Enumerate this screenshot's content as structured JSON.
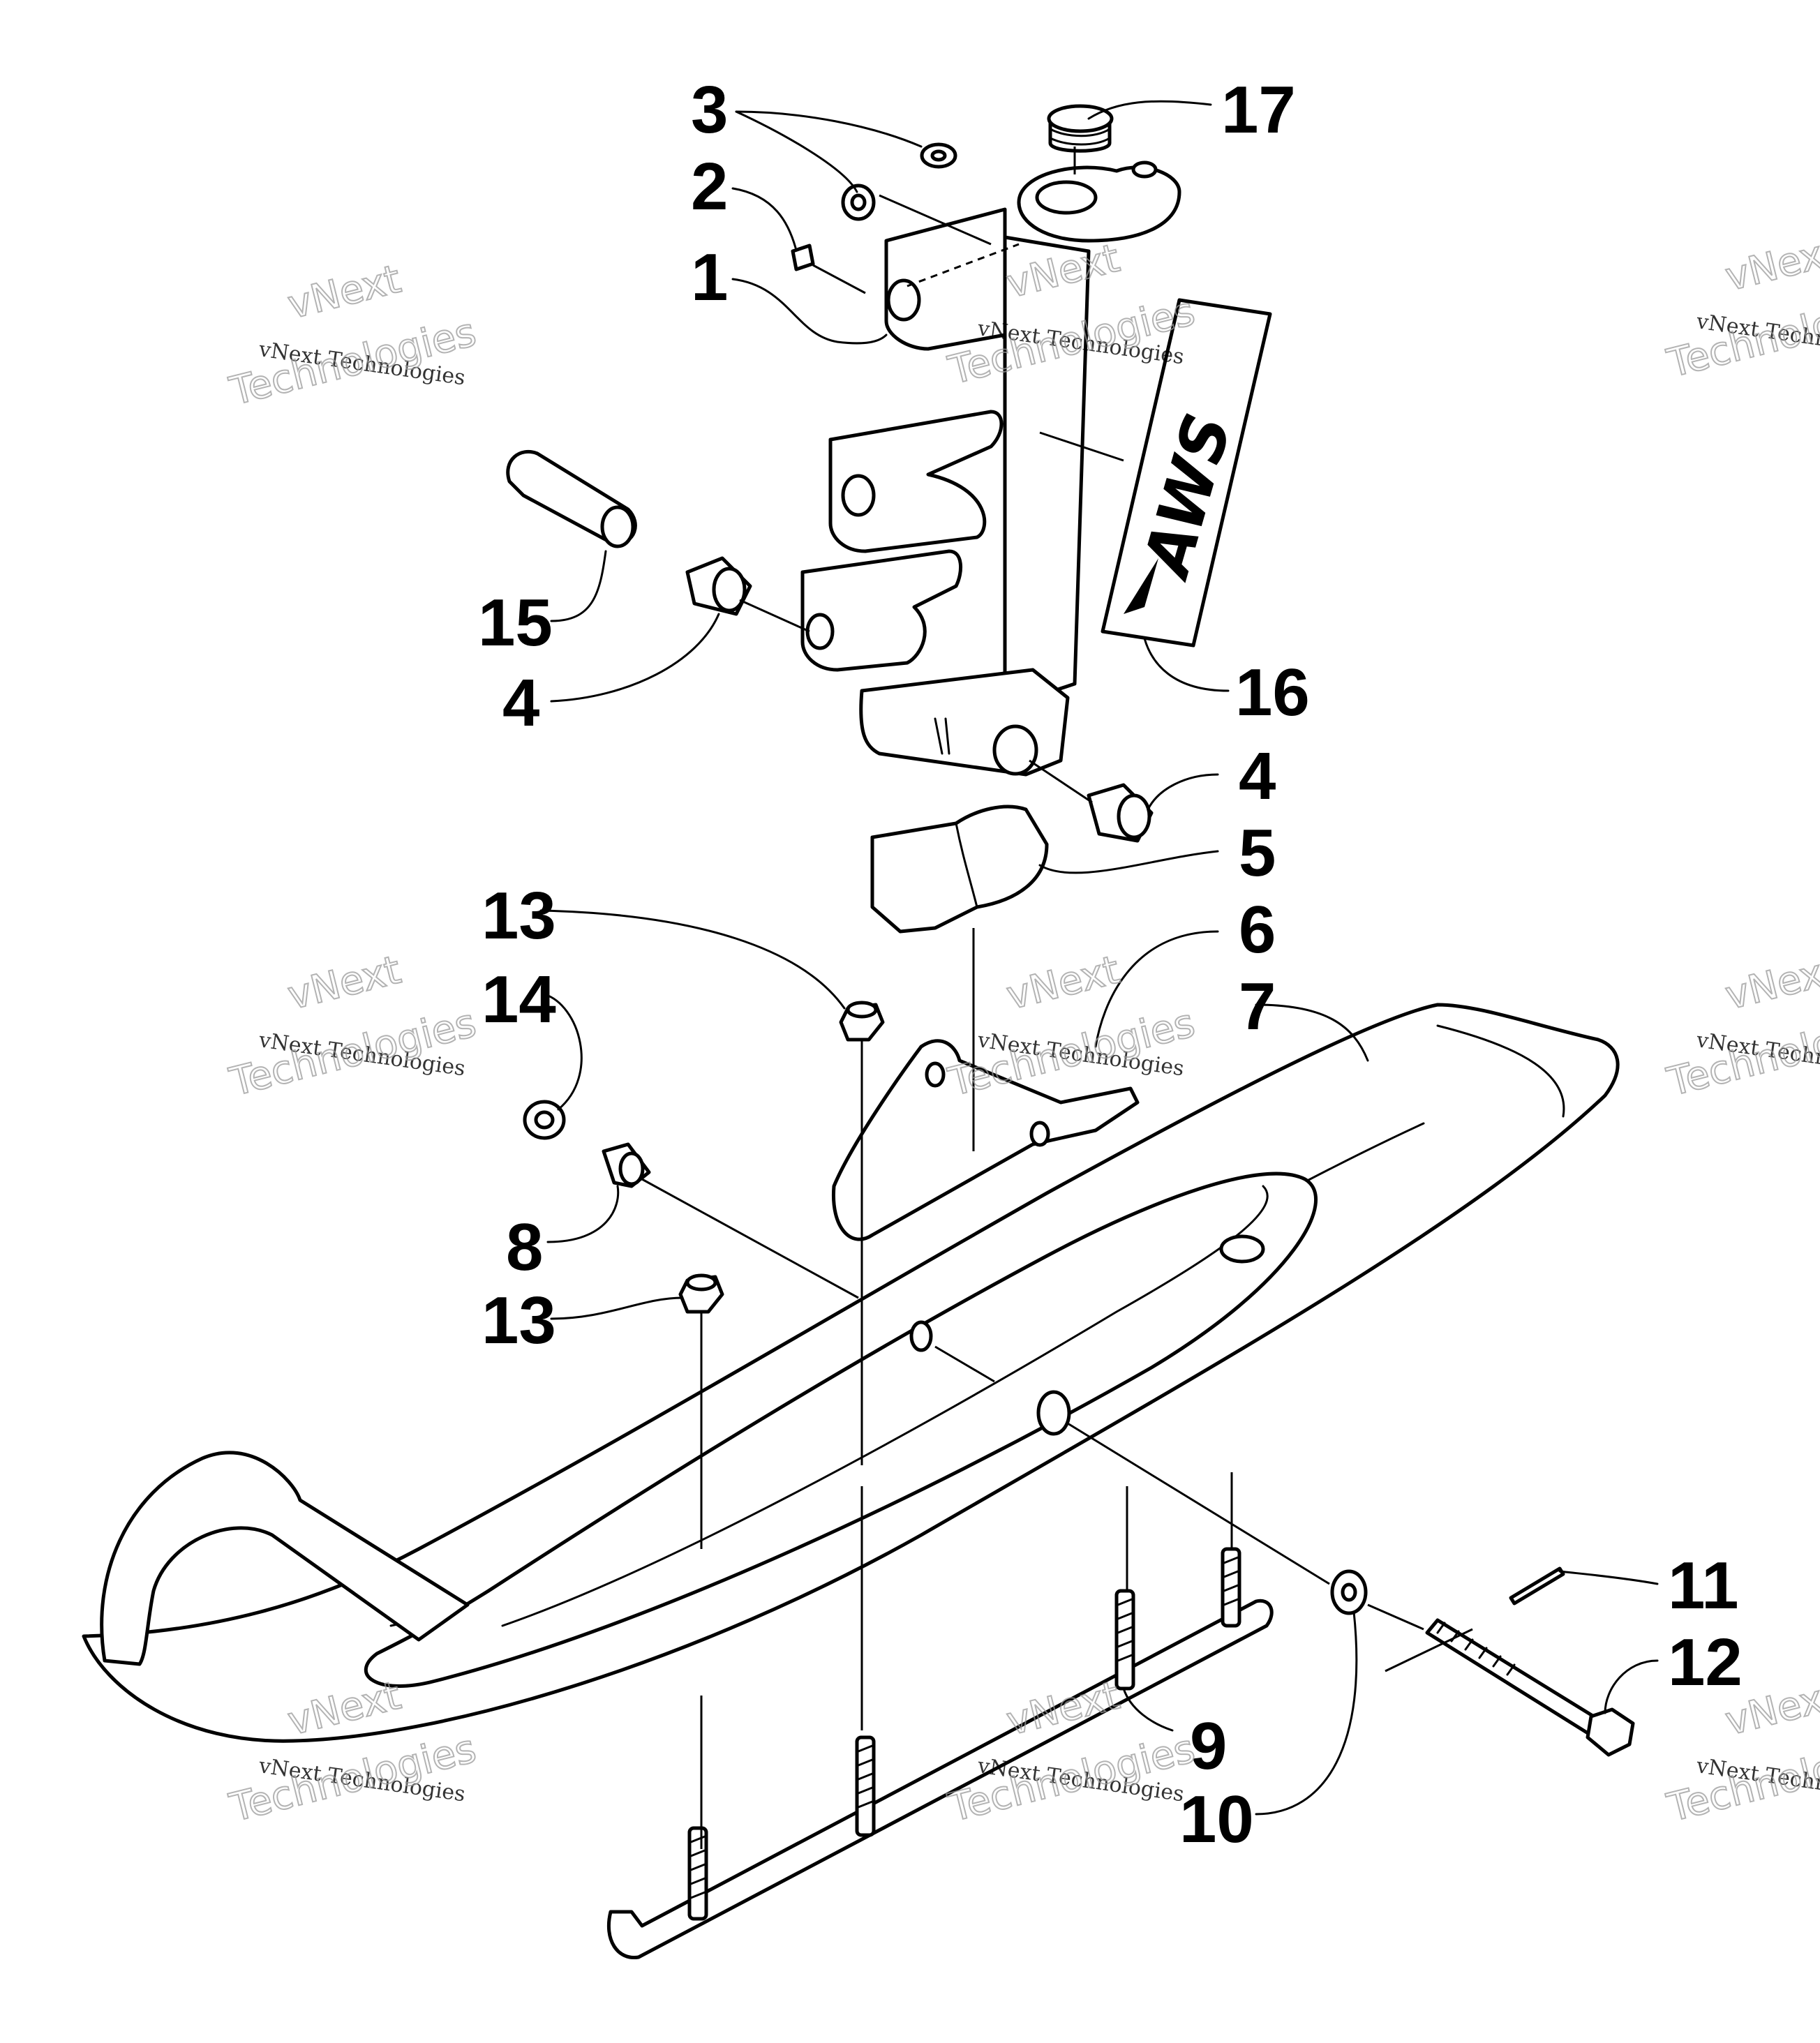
{
  "callouts": [
    {
      "id": "c1",
      "label": "1"
    },
    {
      "id": "c2",
      "label": "2"
    },
    {
      "id": "c3",
      "label": "3"
    },
    {
      "id": "c4a",
      "label": "4"
    },
    {
      "id": "c4b",
      "label": "4"
    },
    {
      "id": "c5",
      "label": "5"
    },
    {
      "id": "c6",
      "label": "6"
    },
    {
      "id": "c7",
      "label": "7"
    },
    {
      "id": "c8",
      "label": "8"
    },
    {
      "id": "c9",
      "label": "9"
    },
    {
      "id": "c10",
      "label": "10"
    },
    {
      "id": "c11",
      "label": "11"
    },
    {
      "id": "c12",
      "label": "12"
    },
    {
      "id": "c13a",
      "label": "13"
    },
    {
      "id": "c13b",
      "label": "13"
    },
    {
      "id": "c14",
      "label": "14"
    },
    {
      "id": "c15",
      "label": "15"
    },
    {
      "id": "c16",
      "label": "16"
    },
    {
      "id": "c17",
      "label": "17"
    }
  ],
  "decal_text": "AWS",
  "watermark": {
    "line1": "vNext Technologies",
    "line2": "vNext",
    "line3": "Technologies"
  }
}
